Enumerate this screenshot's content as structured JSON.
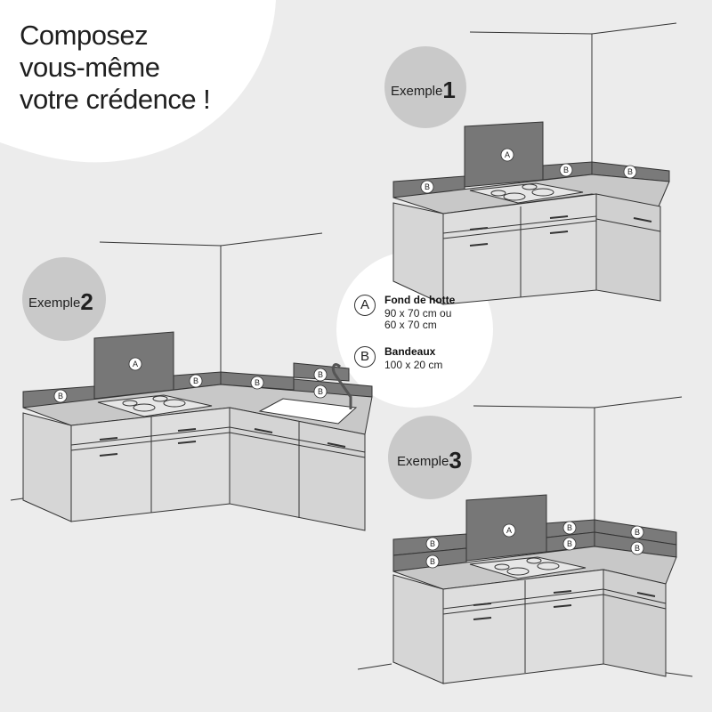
{
  "headline": [
    "Composez",
    "vous-même",
    "votre crédence !"
  ],
  "examples": [
    {
      "prefix": "Exemple",
      "number": "1"
    },
    {
      "prefix": "Exemple",
      "number": "2"
    },
    {
      "prefix": "Exemple",
      "number": "3"
    }
  ],
  "legend": {
    "a": {
      "letter": "A",
      "title": "Fond de hotte",
      "desc_line1": "90 x 70 cm ou",
      "desc_line2": "60 x 70 cm"
    },
    "b": {
      "letter": "B",
      "title": "Bandeaux",
      "desc_line1": "100 x 20 cm"
    }
  },
  "markers": {
    "a": "A",
    "b": "B"
  },
  "colors": {
    "background": "#ececec",
    "panel": "#777777",
    "cabinet": "#dcdcdc",
    "bubble": "#c9c9c9",
    "badge": "#ffffff"
  }
}
